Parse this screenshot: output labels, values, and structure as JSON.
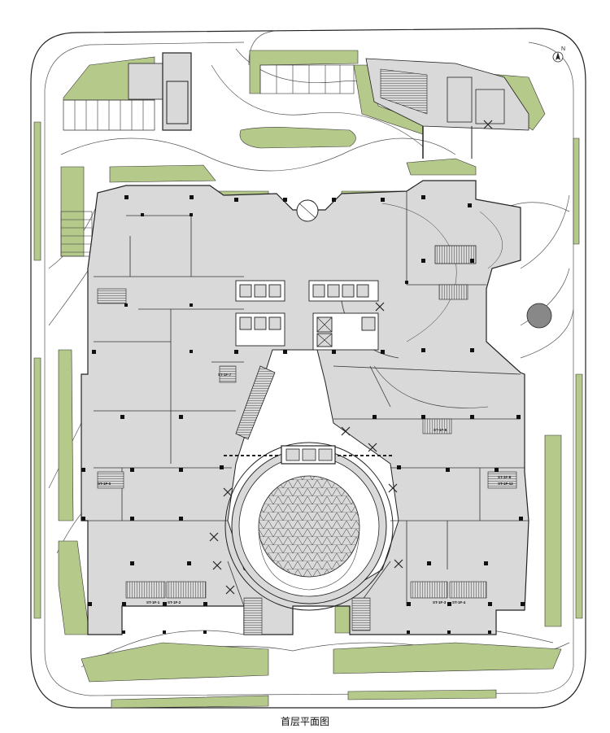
{
  "caption": "首层平面图",
  "north_label": "N",
  "colors": {
    "planting": "#b5c98a",
    "building_fill": "#d9d9d9",
    "line": "#222222",
    "light_line": "#555555",
    "column": "#111111"
  },
  "stair_labels": {
    "st_1f_1": "ST-1F-1",
    "st_1f_2": "ST-1F-2",
    "st_1f_3": "ST-1F-3",
    "st_1f_4": "ST-1F-4",
    "st_1f_5": "ST-1F-5",
    "st_1f_6": "ST-1F-6",
    "st_1f_7": "ST-1F-7",
    "st_1f_8": "ST-1F-8",
    "st_1f_12": "ST-1F-12"
  }
}
